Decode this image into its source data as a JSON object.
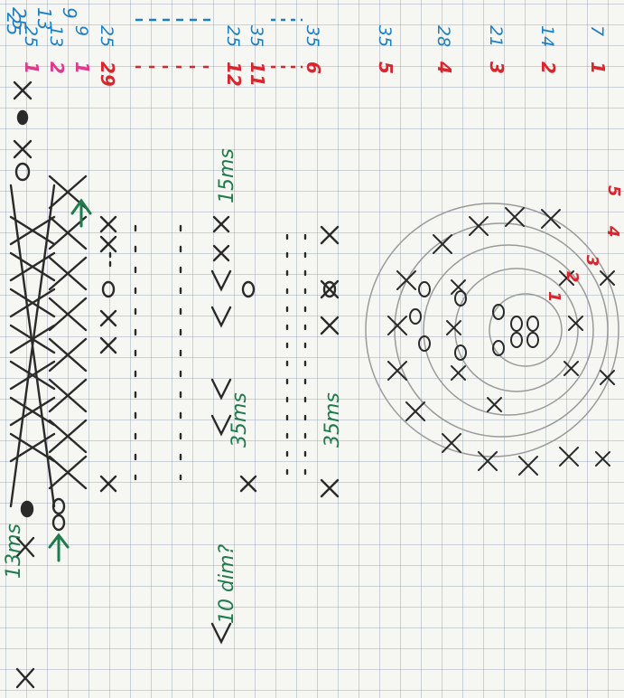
{
  "colors": {
    "ink_black": "#2a2a2a",
    "ink_red": "#d9262e",
    "ink_blue": "#1c7fc4",
    "ink_pink": "#e03a8c",
    "ink_green": "#1f7a4c",
    "grid": "#8fa0b8",
    "circle": "#9a9a9a"
  },
  "rounds": {
    "round_numbers": [
      "1",
      "2",
      "3",
      "4",
      "5",
      "6",
      "11",
      "12",
      "29",
      "1",
      "2"
    ],
    "stitch_counts": [
      "7",
      "14",
      "21",
      "28",
      "35",
      "35",
      "35",
      "25",
      "25",
      "9",
      "13",
      "25"
    ]
  },
  "notes": {
    "row_top": "13ms",
    "row_mid_left": "10 dim?",
    "row_mid_a": "35ms",
    "row_mid_b": "15ms",
    "row_bottom": "35ms"
  },
  "diagram": {
    "round_labels": [
      "1",
      "2",
      "3",
      "4",
      "5"
    ],
    "icons": [
      "single-crochet-x-symbol",
      "chain-oval-symbol",
      "decrease-symbol",
      "arrow-symbol"
    ]
  }
}
